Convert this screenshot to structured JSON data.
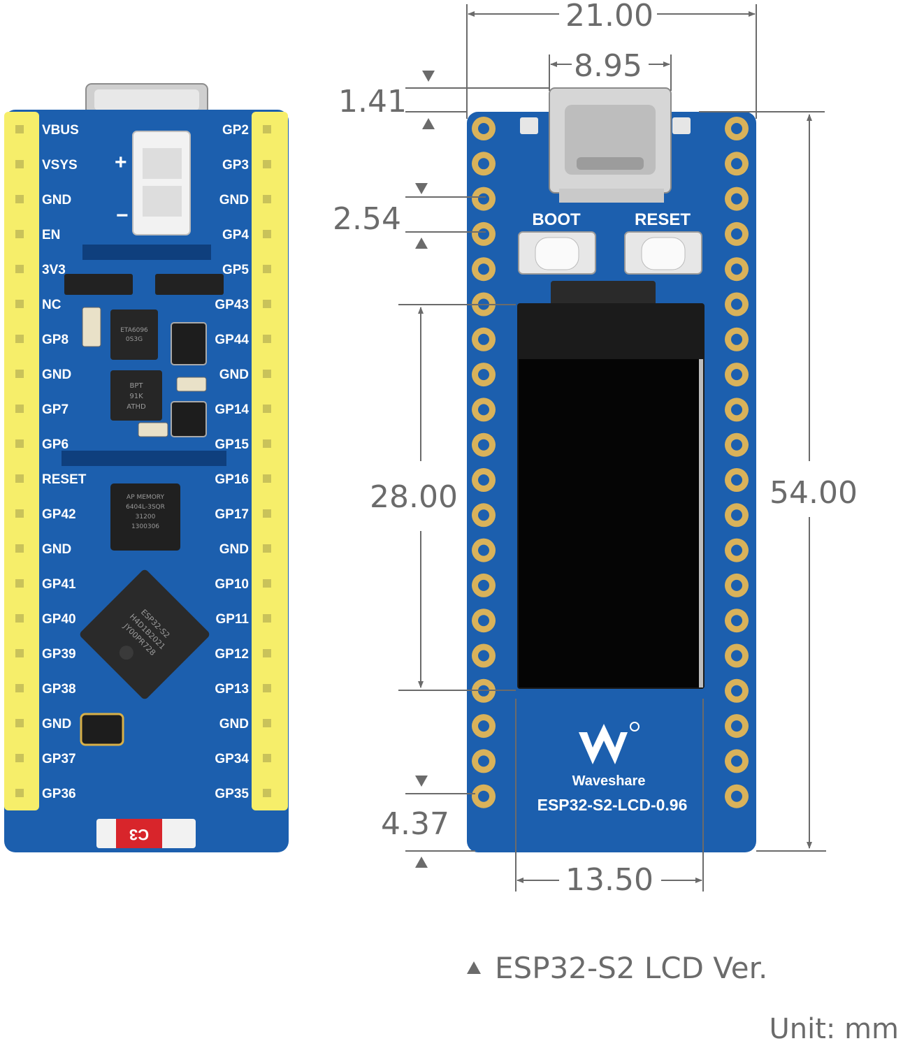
{
  "left_board": {
    "left_pins": [
      "VBUS",
      "VSYS",
      "GND",
      "EN",
      "3V3",
      "NC",
      "GP8",
      "GND",
      "GP7",
      "GP6",
      "RESET",
      "GP42",
      "GND",
      "GP41",
      "GP40",
      "GP39",
      "GP38",
      "GND",
      "GP37",
      "GP36"
    ],
    "right_pins": [
      "GP2",
      "GP3",
      "GND",
      "GP4",
      "GP5",
      "GP43",
      "GP44",
      "GND",
      "GP14",
      "GP15",
      "GP16",
      "GP17",
      "GND",
      "GP10",
      "GP11",
      "GP12",
      "GP13",
      "GND",
      "GP34",
      "GP35"
    ],
    "plus_sign": "+",
    "minus_sign": "−",
    "antenna_label": "C3",
    "chip_marks": [
      "ETA6096",
      "0S3G",
      "BPT",
      "91K",
      "ATHD",
      "AP MEMORY",
      "6404L-3SQR",
      "31200",
      "1300306",
      "ESP32-S2",
      "H4D1B2021",
      "JY00PR728"
    ]
  },
  "right_board": {
    "boot_label": "BOOT",
    "reset_label": "RESET",
    "brand": "Waveshare",
    "model": "ESP32-S2-LCD-0.96"
  },
  "dimensions": {
    "width": "21.00",
    "usb_width": "8.95",
    "usb_overhang": "1.41",
    "pin_pitch": "2.54",
    "lcd_height": "28.00",
    "board_height": "54.00",
    "bottom_offset": "4.37",
    "lcd_width": "13.50"
  },
  "caption": "ESP32-S2 LCD Ver.",
  "unit": "Unit: mm",
  "colors": {
    "pcb_blue": "#1c5fae",
    "pin_header_yellow": "#f6ee6a",
    "gold_pad": "#d9b25a",
    "dimension_gray": "#6b6b6b"
  }
}
